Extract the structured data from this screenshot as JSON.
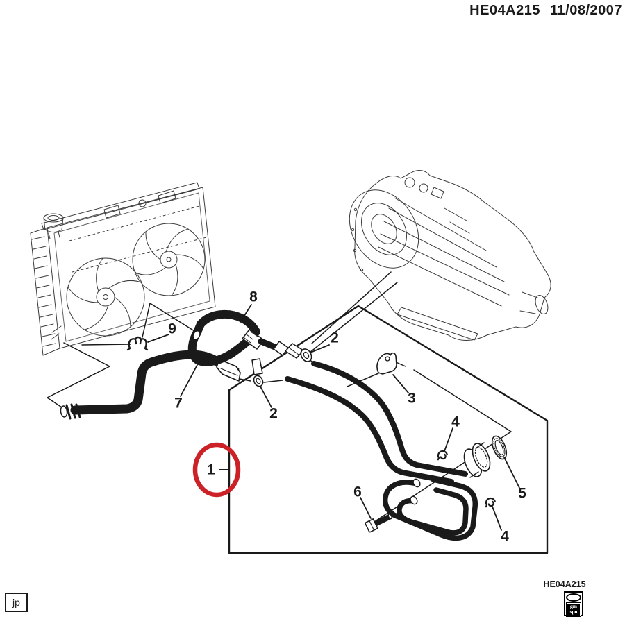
{
  "header": {
    "code": "HE04A215",
    "date": "11/08/2007"
  },
  "callouts": {
    "c1": "1",
    "c2a": "2",
    "c2b": "2",
    "c3": "3",
    "c4a": "4",
    "c4b": "4",
    "c5": "5",
    "c6": "6",
    "c7": "7",
    "c8": "8",
    "c9": "9"
  },
  "footer": {
    "initials": "jp",
    "code": "HE04A215",
    "logo_line1": "gm",
    "logo_line2": "spo"
  },
  "colors": {
    "line": "#1a1a1a",
    "sketch": "#3a3a3a",
    "highlight": "#cc2127",
    "paper": "#ffffff"
  }
}
